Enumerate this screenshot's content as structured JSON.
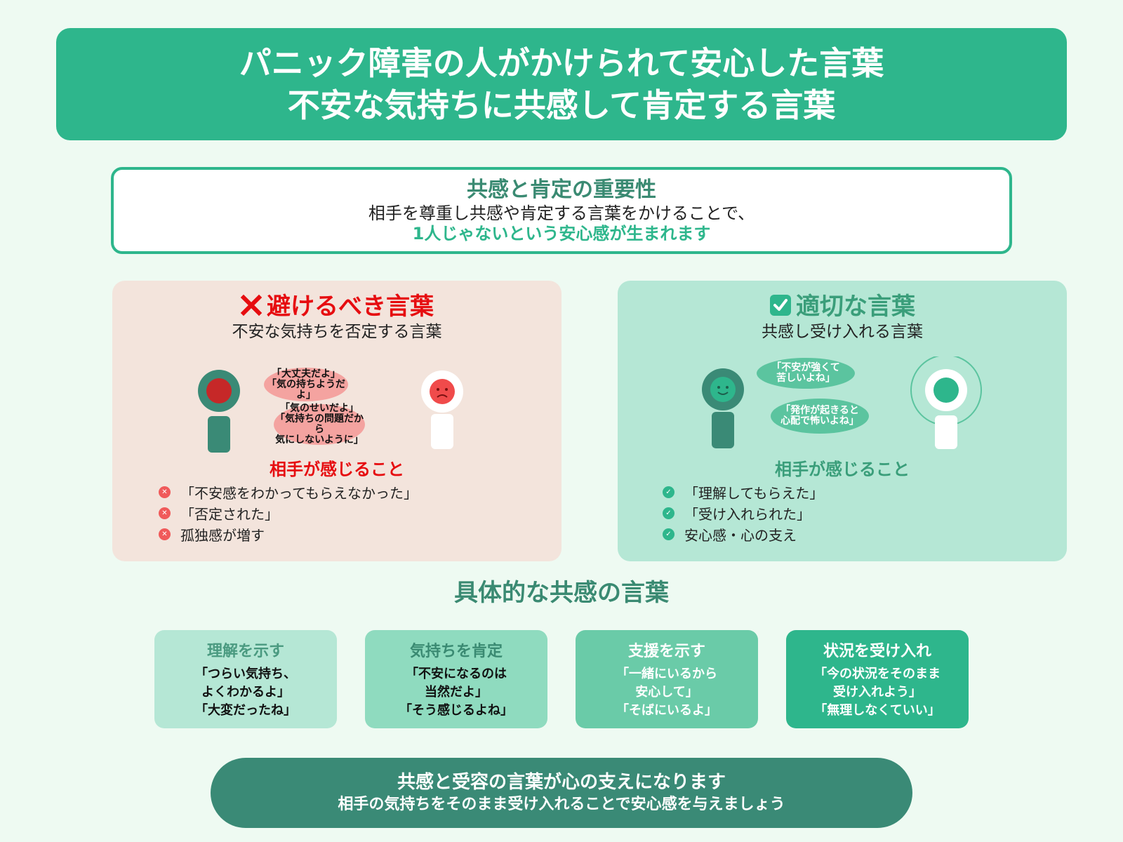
{
  "header": {
    "line1": "パニック障害の人がかけられて安心した言葉",
    "line2": "不安な気持ちに共感して肯定する言葉"
  },
  "importance": {
    "title": "共感と肯定の重要性",
    "body": "相手を尊重し共感や肯定する言葉をかけることで、",
    "highlight": "1人じゃないという安心感が生まれます"
  },
  "avoid": {
    "icon": "cross-mark-icon",
    "title": "避けるべき言葉",
    "subtitle": "不安な気持ちを否定する言葉",
    "bubbles": [
      "「大丈夫だよ」\n「気の持ちようだよ」",
      "「気のせいだよ」\n「気持ちの問題だから\n気にしないように」"
    ],
    "feel_title": "相手が感じること",
    "feelings": [
      "「不安感をわかってもらえなかった」",
      "「否定された」",
      "孤独感が増す"
    ],
    "colors": {
      "accent": "#e60d10",
      "panel": "#f3e4dc"
    }
  },
  "good": {
    "icon": "check-mark-icon",
    "title": "適切な言葉",
    "subtitle": "共感し受け入れる言葉",
    "bubbles": [
      "「不安が強くて\n苦しいよね」",
      "「発作が起きると\n心配で怖いよね」"
    ],
    "feel_title": "相手が感じること",
    "feelings": [
      "「理解してもらえた」",
      "「受け入れられた」",
      "安心感・心の支え"
    ],
    "colors": {
      "accent": "#2eb68c",
      "panel": "#b5e7d5"
    }
  },
  "section_title": "具体的な共感の言葉",
  "cards": [
    {
      "title": "理解を示す",
      "lines": [
        "「つらい気持ち、",
        "よくわかるよ」",
        "「大変だったね」"
      ]
    },
    {
      "title": "気持ちを肯定",
      "lines": [
        "「不安になるのは",
        "当然だよ」",
        "「そう感じるよね」"
      ]
    },
    {
      "title": "支援を示す",
      "lines": [
        "「一緒にいるから",
        "安心して」",
        "「そばにいるよ」"
      ]
    },
    {
      "title": "状況を受け入れ",
      "lines": [
        "「今の状況をそのまま",
        "受け入れよう」",
        "「無理しなくていい」"
      ]
    }
  ],
  "footer": {
    "line1": "共感と受容の言葉が心の支えになります",
    "line2": "相手の気持ちをそのまま受け入れることで安心感を与えましょう"
  },
  "colors": {
    "brand": "#2eb68c",
    "dark_green": "#3a8a76",
    "background": "#eefaf2"
  }
}
